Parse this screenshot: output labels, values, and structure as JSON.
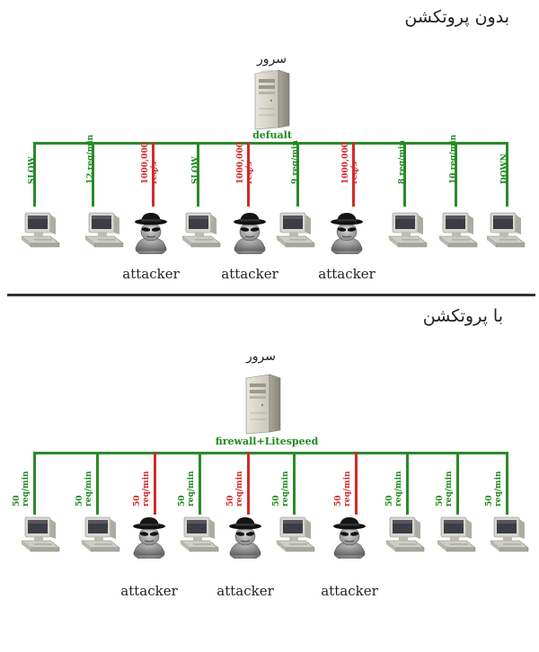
{
  "sections": [
    {
      "title": "بدون پروتکشن",
      "server_label": "سرور",
      "hub_label": "defualt",
      "nodes": [
        {
          "type": "pc",
          "rate": "SLOW",
          "color": "green"
        },
        {
          "type": "pc",
          "rate": "12 req/min",
          "color": "green"
        },
        {
          "type": "attacker",
          "rate": "1000,000 req/s",
          "color": "red",
          "label": "attacker"
        },
        {
          "type": "pc",
          "rate": "SLOW",
          "color": "green"
        },
        {
          "type": "attacker",
          "rate": "1000,000 req/s",
          "color": "red",
          "label": "attacker"
        },
        {
          "type": "pc",
          "rate": "9 req/min",
          "color": "green"
        },
        {
          "type": "attacker",
          "rate": "1000,000 req/s",
          "color": "red",
          "label": "attacker"
        },
        {
          "type": "pc",
          "rate": "8 req/min",
          "color": "green"
        },
        {
          "type": "pc",
          "rate": "10 req/min",
          "color": "green"
        },
        {
          "type": "pc",
          "rate": "DOWN",
          "color": "green"
        }
      ]
    },
    {
      "title": "با پروتکشن",
      "server_label": "سرور",
      "hub_label": "firewall+Litespeed",
      "nodes": [
        {
          "type": "pc",
          "rate": "50 req/min",
          "color": "green"
        },
        {
          "type": "pc",
          "rate": "50 req/min",
          "color": "green"
        },
        {
          "type": "attacker",
          "rate": "50 req/min",
          "color": "red",
          "label": "attacker"
        },
        {
          "type": "pc",
          "rate": "50 req/min",
          "color": "green"
        },
        {
          "type": "attacker",
          "rate": "50 req/min",
          "color": "red",
          "label": "attacker"
        },
        {
          "type": "pc",
          "rate": "50 req/min",
          "color": "green"
        },
        {
          "type": "attacker",
          "rate": "50 req/min",
          "color": "red",
          "label": "attacker"
        },
        {
          "type": "pc",
          "rate": "50 req/min",
          "color": "green"
        },
        {
          "type": "pc",
          "rate": "50 req/min",
          "color": "green"
        },
        {
          "type": "pc",
          "rate": "50 req/min",
          "color": "green"
        }
      ]
    }
  ],
  "colors": {
    "green": "#2a8a2a",
    "red": "#d42a2a",
    "label_green": "#1f8a1f"
  },
  "icons": {
    "server": "server-tower-icon",
    "pc": "desktop-computer-icon",
    "attacker": "hacker-spy-icon"
  }
}
